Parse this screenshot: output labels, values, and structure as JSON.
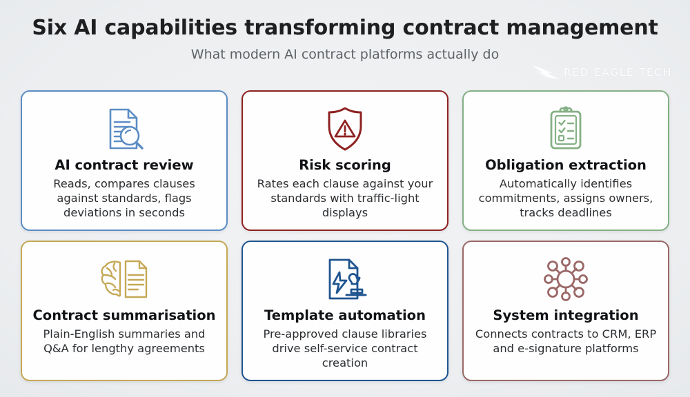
{
  "header": {
    "title": "Six AI capabilities transforming contract management",
    "subtitle": "What modern AI contract platforms actually do"
  },
  "brand": {
    "name": "RED EAGLE TECH",
    "mark": "eagle-wing-icon"
  },
  "colors": {
    "background": "#eceef0",
    "card_background": "#fefefe",
    "title_text": "#1d1f21",
    "subtitle_text": "#5e6266",
    "body_text": "#2b2e31",
    "accent_blue": "#5b8cc4",
    "accent_darkred": "#8e2121",
    "accent_green": "#85b085",
    "accent_gold": "#c5a855",
    "accent_navyblue": "#1f5490",
    "accent_mauve": "#9b6767"
  },
  "cards": [
    {
      "title": "AI contract review",
      "body": "Reads, compares clauses against standards, flags deviations in seconds",
      "icon": "document-magnifier-icon",
      "accent": "#5b8cc4",
      "accent_class": "accent-blue"
    },
    {
      "title": "Risk scoring",
      "body": "Rates each clause against your standards with traffic-light displays",
      "icon": "shield-warning-icon",
      "accent": "#8e2121",
      "accent_class": "accent-darkred"
    },
    {
      "title": "Obligation extraction",
      "body": "Automatically identifies commitments, assigns owners, tracks deadlines",
      "icon": "clipboard-checklist-icon",
      "accent": "#85b085",
      "accent_class": "accent-green"
    },
    {
      "title": "Contract summarisation",
      "body": "Plain-English summaries and Q&A for lengthy agreements",
      "icon": "brain-document-icon",
      "accent": "#c5a855",
      "accent_class": "accent-gold"
    },
    {
      "title": "Template automation",
      "body": "Pre-approved clause libraries drive self-service contract creation",
      "icon": "document-lightning-stamp-icon",
      "accent": "#1f5490",
      "accent_class": "accent-navyblue"
    },
    {
      "title": "System integration",
      "body": "Connects contracts to CRM, ERP and e-signature platforms",
      "icon": "network-hub-icon",
      "accent": "#9b6767",
      "accent_class": "accent-mauve"
    }
  ]
}
